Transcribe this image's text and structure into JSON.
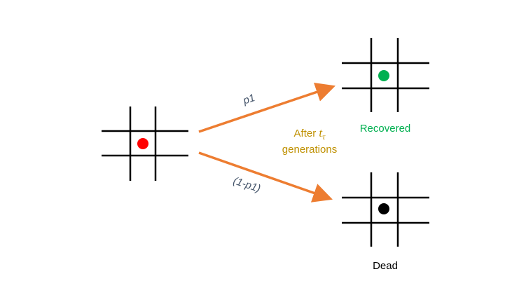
{
  "labels": {
    "p1": "p1",
    "one_minus_p1": "(1-p1)",
    "after_prefix": "After ",
    "t_symbol": "t",
    "tau_subscript": "τ",
    "generations": "generations",
    "recovered": "Recovered",
    "dead": "Dead"
  },
  "colors": {
    "arrow": "#ed7d31",
    "infected": "#ff0000",
    "recovered": "#00b050",
    "dead": "#000000",
    "prob_text": "#44546a",
    "time_text": "#bf9000",
    "recovered_text": "#00b050",
    "dead_text": "#000000"
  }
}
